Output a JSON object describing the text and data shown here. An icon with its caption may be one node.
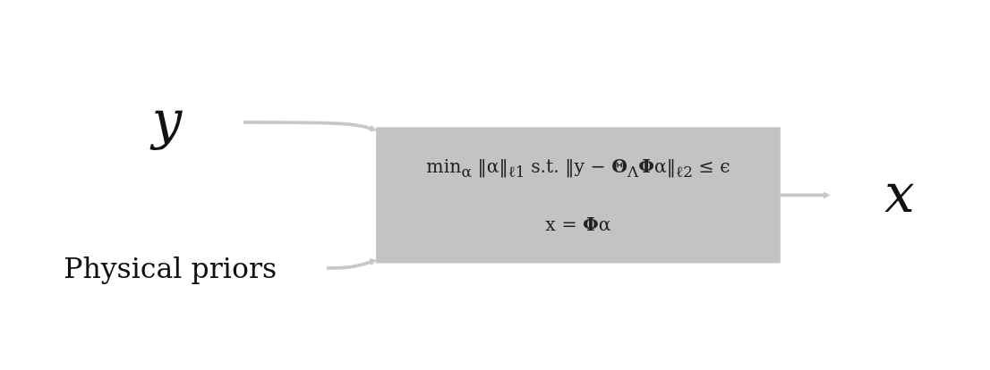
{
  "diagram": {
    "nodes": [
      {
        "text": [
          "y"
        ]
      },
      {
        "text": [
          "min$_{α}$ ‖α‖$_{ℓ1}$ s.t. ‖y − **Θ**$_{Λ}$**Φ**α‖$_{ℓ2}$ ≤ ϵ",
          "x = **Φ**α"
        ]
      },
      {
        "text": [
          "x"
        ]
      },
      {
        "text": [
          "Physical priors"
        ]
      }
    ],
    "edges": [
      {
        "from": 0,
        "to": 1,
        "arrow": "to"
      },
      {
        "from": 1,
        "to": 2,
        "arrow": "to"
      },
      {
        "from": 3,
        "to": 1,
        "arrow": "to"
      }
    ]
  }
}
